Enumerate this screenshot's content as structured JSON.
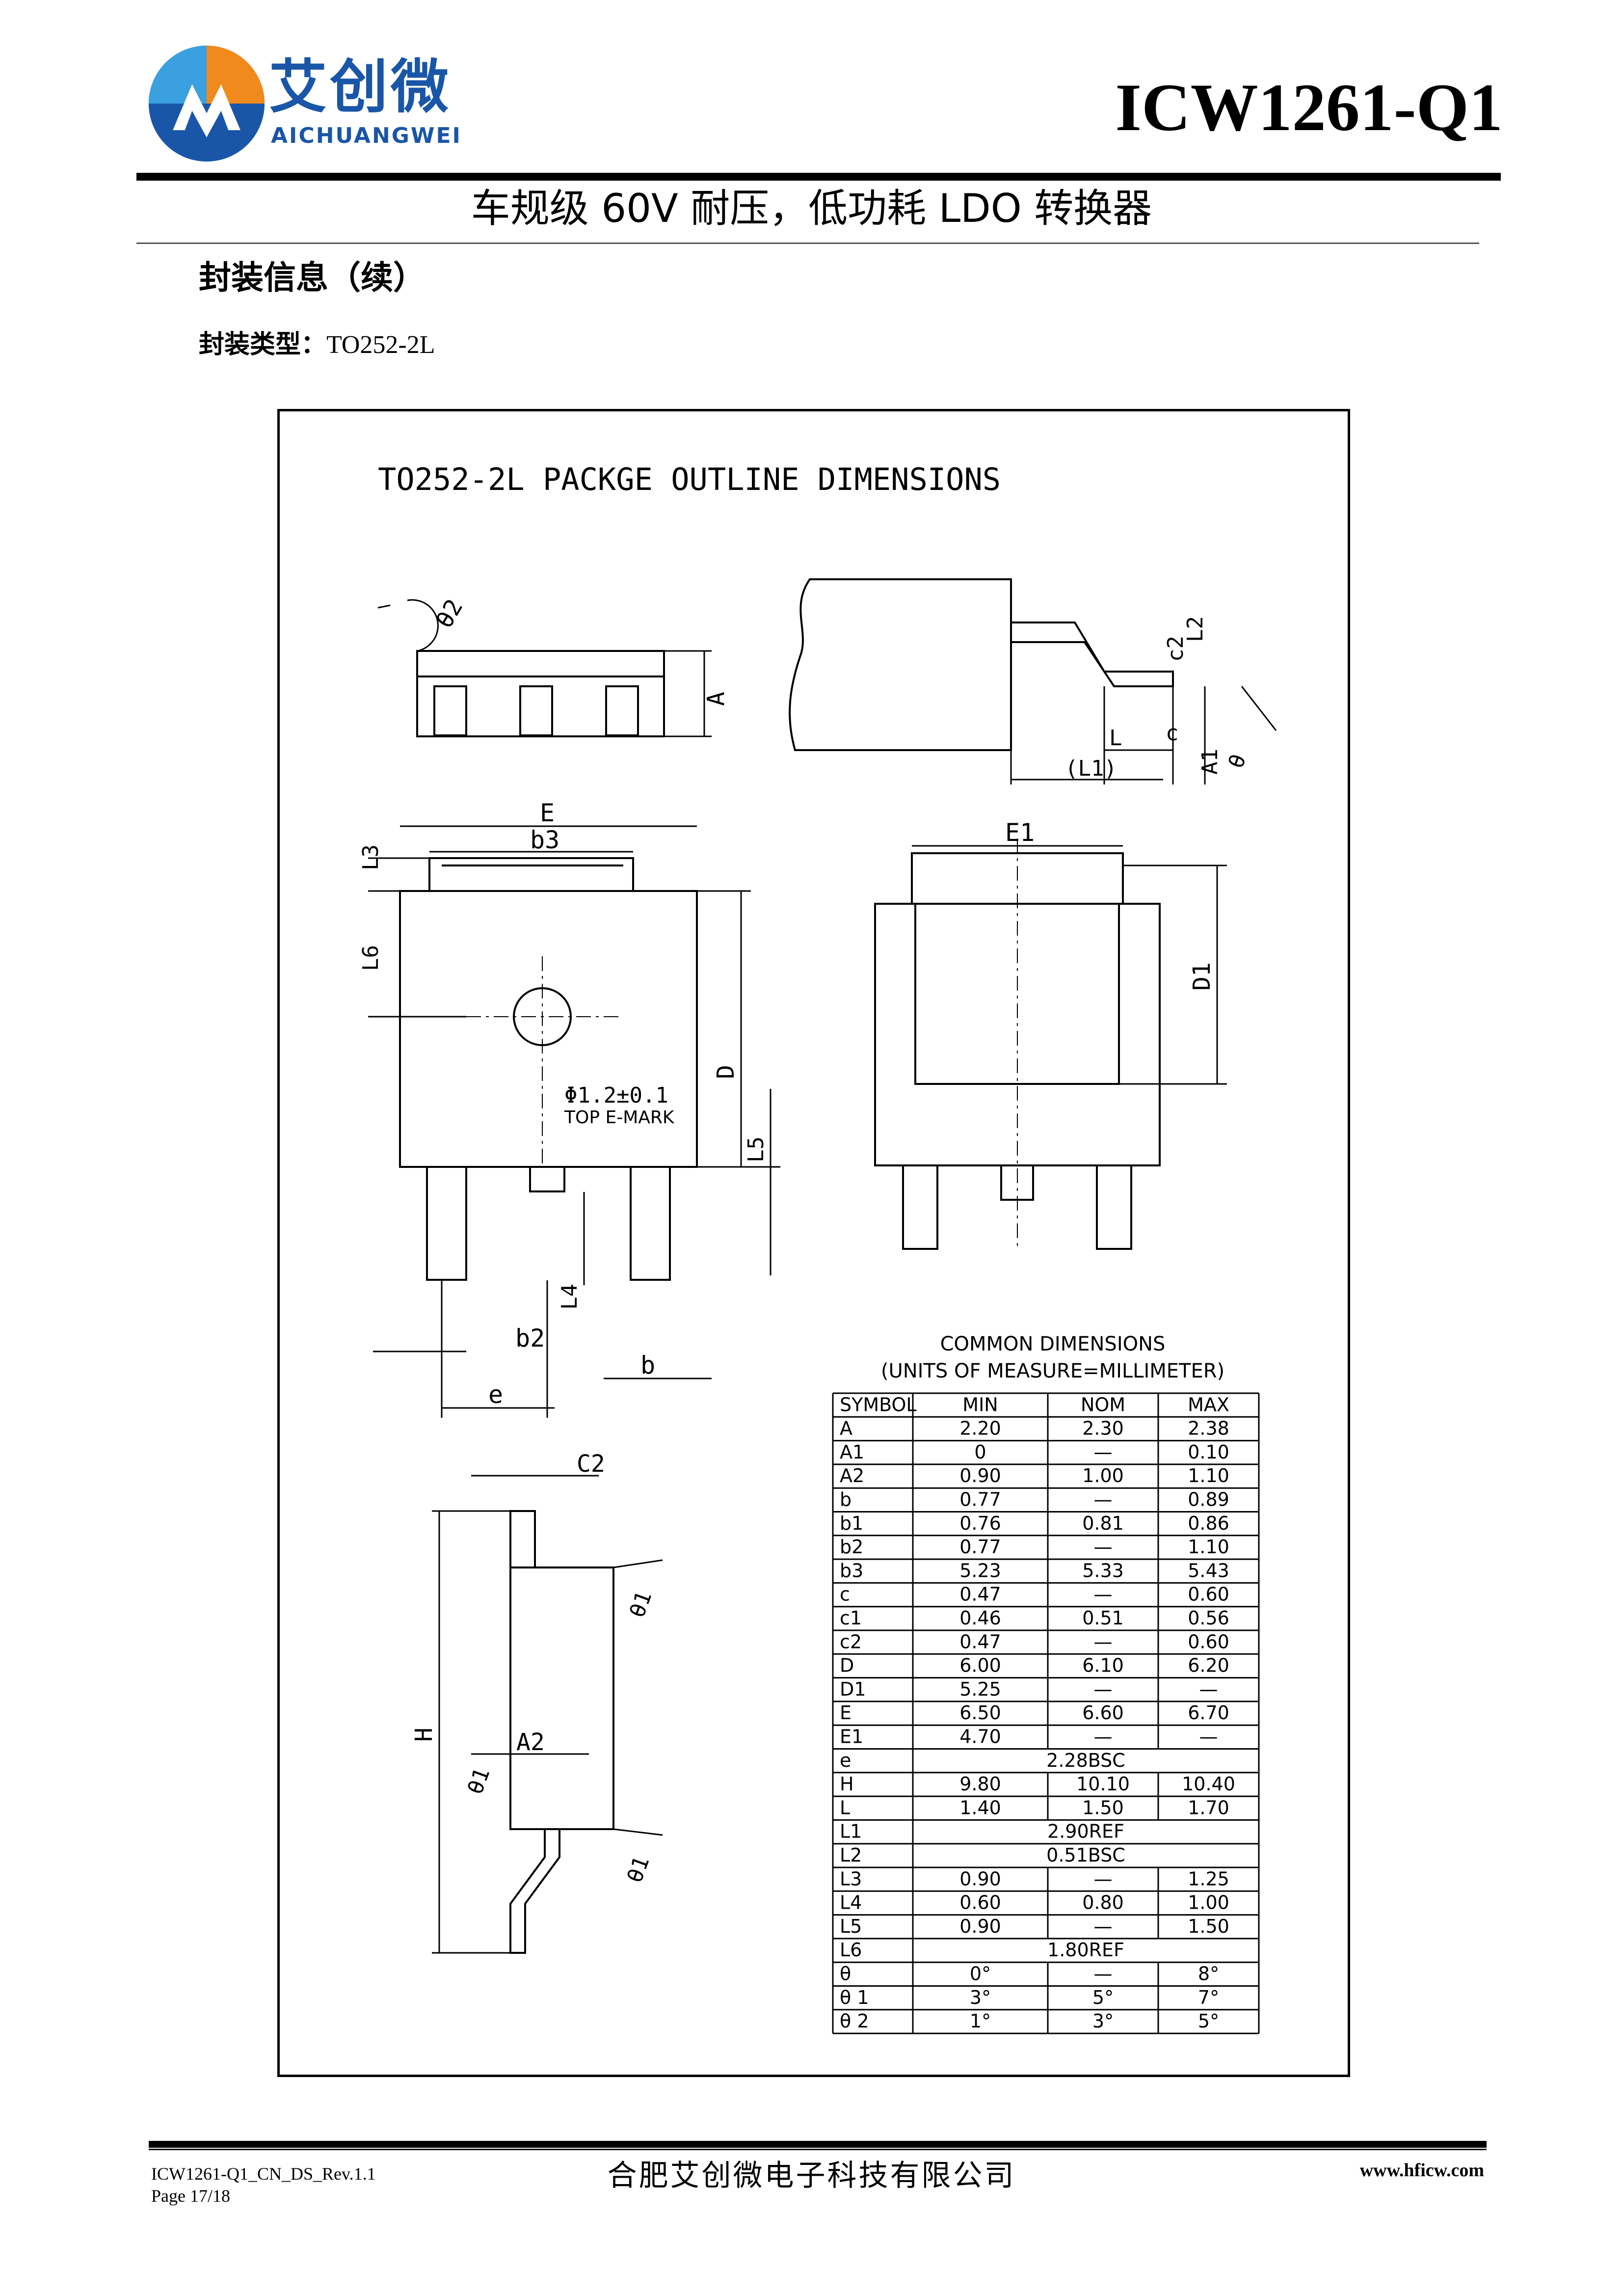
{
  "header": {
    "logo_cn": "艾创微",
    "logo_en": "AICHUANGWEI",
    "part_number": "ICW1261-Q1",
    "subtitle": "车规级 60V 耐压，低功耗 LDO 转换器",
    "brand_colors": {
      "blue": "#1a56a8",
      "orange": "#f08a1c",
      "light_blue": "#3aa0e0"
    }
  },
  "section": {
    "title": "封装信息（续）",
    "package_label": "封装类型：",
    "package_value": "TO252-2L"
  },
  "drawing": {
    "title": "TO252-2L PACKGE OUTLINE DIMENSIONS",
    "labels": {
      "theta2": "θ2",
      "A": "A",
      "c2": "c2",
      "L2": "L2",
      "c": "c",
      "L": "L",
      "L1": "(L1)",
      "A1": "A1",
      "theta": "θ",
      "E": "E",
      "b3": "b3",
      "L3": "L3",
      "L6": "L6",
      "hole": "Φ1.2±0.1",
      "emark": "TOP E-MARK",
      "D": "D",
      "L5": "L5",
      "L4": "L4",
      "b2": "b2",
      "b": "b",
      "e": "e",
      "E1": "E1",
      "D1": "D1",
      "C2": "C2",
      "theta1": "θ1",
      "H": "H",
      "A2": "A2"
    },
    "table_caption_1": "COMMON DIMENSIONS",
    "table_caption_2": "(UNITS OF MEASURE=MILLIMETER)",
    "table_headers": [
      "SYMBOL",
      "MIN",
      "NOM",
      "MAX"
    ],
    "table_rows": [
      [
        "A",
        "2.20",
        "2.30",
        "2.38"
      ],
      [
        "A1",
        "0",
        "—",
        "0.10"
      ],
      [
        "A2",
        "0.90",
        "1.00",
        "1.10"
      ],
      [
        "b",
        "0.77",
        "—",
        "0.89"
      ],
      [
        "b1",
        "0.76",
        "0.81",
        "0.86"
      ],
      [
        "b2",
        "0.77",
        "—",
        "1.10"
      ],
      [
        "b3",
        "5.23",
        "5.33",
        "5.43"
      ],
      [
        "c",
        "0.47",
        "—",
        "0.60"
      ],
      [
        "c1",
        "0.46",
        "0.51",
        "0.56"
      ],
      [
        "c2",
        "0.47",
        "—",
        "0.60"
      ],
      [
        "D",
        "6.00",
        "6.10",
        "6.20"
      ],
      [
        "D1",
        "5.25",
        "—",
        "—"
      ],
      [
        "E",
        "6.50",
        "6.60",
        "6.70"
      ],
      [
        "E1",
        "4.70",
        "—",
        "—"
      ],
      [
        "e",
        "2.28BSC"
      ],
      [
        "H",
        "9.80",
        "10.10",
        "10.40"
      ],
      [
        "L",
        "1.40",
        "1.50",
        "1.70"
      ],
      [
        "L1",
        "2.90REF"
      ],
      [
        "L2",
        "0.51BSC"
      ],
      [
        "L3",
        "0.90",
        "—",
        "1.25"
      ],
      [
        "L4",
        "0.60",
        "0.80",
        "1.00"
      ],
      [
        "L5",
        "0.90",
        "—",
        "1.50"
      ],
      [
        "L6",
        "1.80REF"
      ],
      [
        "θ",
        "0°",
        "—",
        "8°"
      ],
      [
        "θ 1",
        "3°",
        "5°",
        "7°"
      ],
      [
        "θ 2",
        "1°",
        "3°",
        "5°"
      ]
    ]
  },
  "footer": {
    "doc_id": "ICW1261-Q1_CN_DS_Rev.1.1",
    "page": "Page 17/18",
    "company": "合肥艾创微电子科技有限公司",
    "website": "www.hficw.com"
  }
}
